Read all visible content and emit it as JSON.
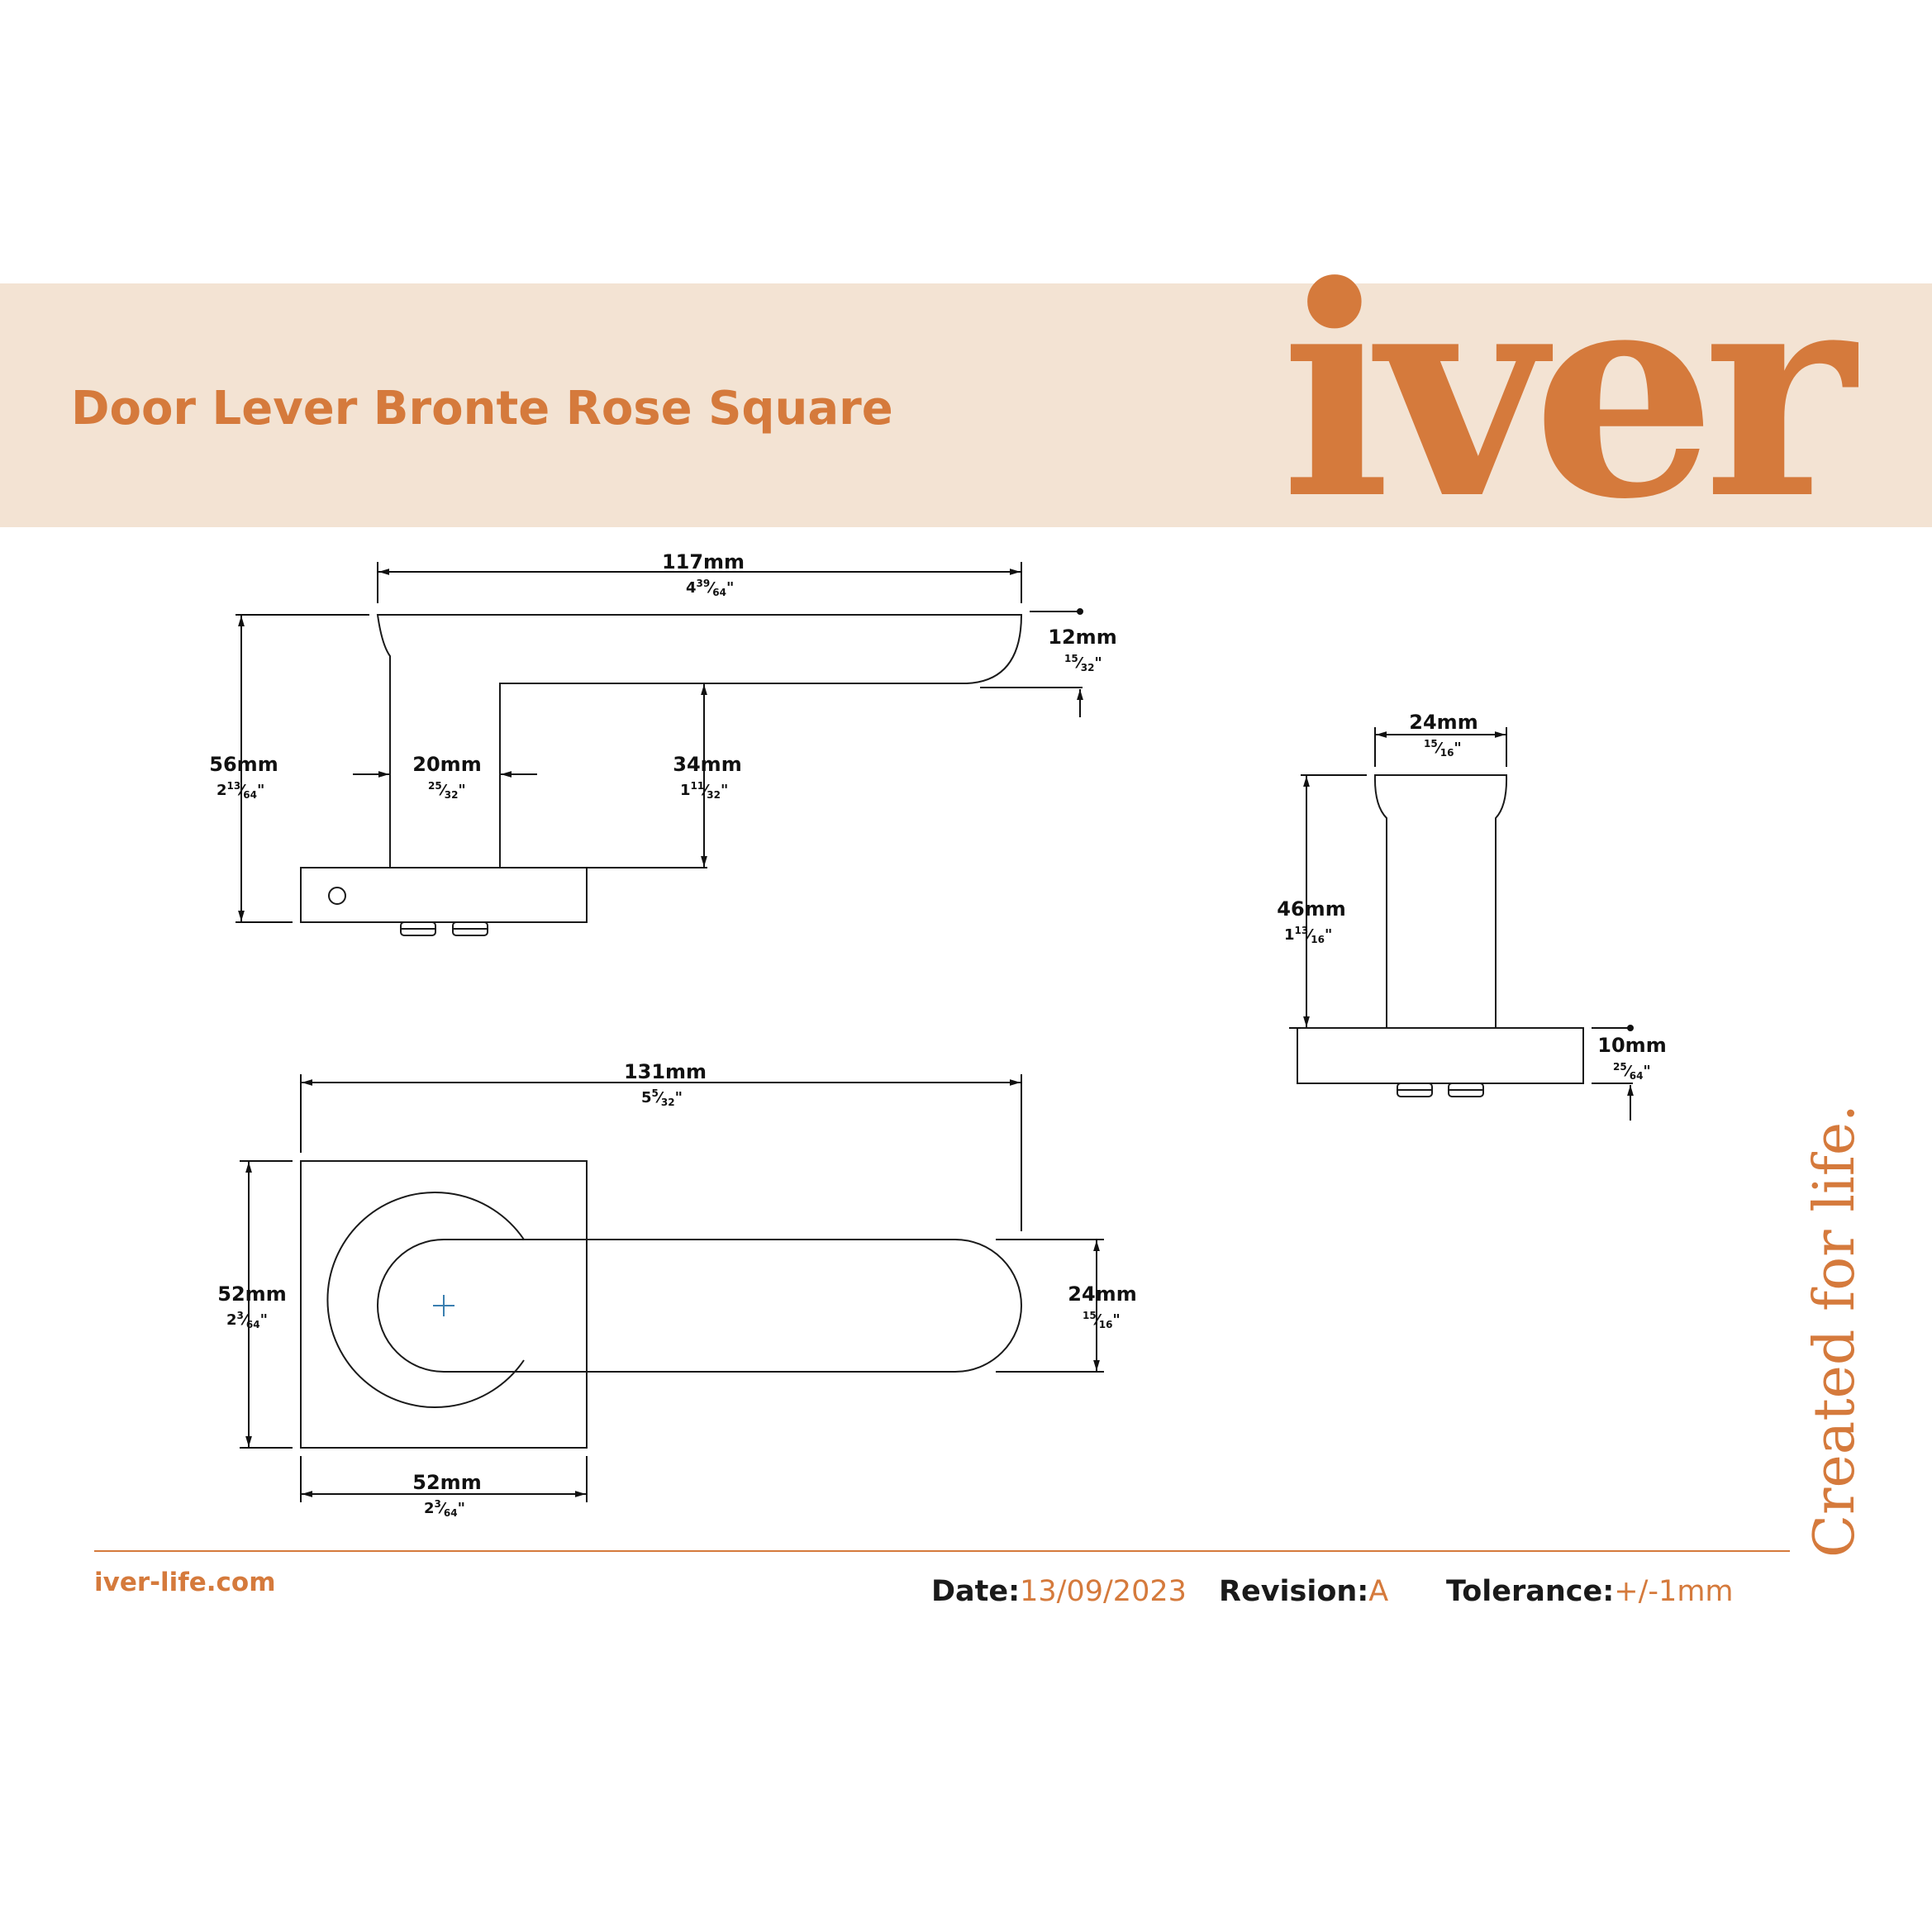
{
  "header": {
    "title": "Door Lever Bronte Rose Square",
    "brand": "iver",
    "tagline": "Created for life."
  },
  "footer": {
    "website": "iver-life.com",
    "date_label": "Date:",
    "date": "13/09/2023",
    "revision_label": "Revision:",
    "revision": "A",
    "tolerance_label": "Tolerance:",
    "tolerance": "+/-1mm"
  },
  "dimensions": {
    "side_length": {
      "mm": "117mm",
      "whole": "4",
      "num": "39",
      "den": "64"
    },
    "side_tip": {
      "mm": "12mm",
      "whole": "",
      "num": "15",
      "den": "32"
    },
    "side_height": {
      "mm": "56mm",
      "whole": "2",
      "num": "13",
      "den": "64"
    },
    "side_neck": {
      "mm": "20mm",
      "whole": "",
      "num": "25",
      "den": "32"
    },
    "side_gap": {
      "mm": "34mm",
      "whole": "1",
      "num": "11",
      "den": "32"
    },
    "end_width": {
      "mm": "24mm",
      "whole": "",
      "num": "15",
      "den": "16"
    },
    "end_height": {
      "mm": "46mm",
      "whole": "1",
      "num": "13",
      "den": "16"
    },
    "end_rose": {
      "mm": "10mm",
      "whole": "",
      "num": "25",
      "den": "64"
    },
    "top_length": {
      "mm": "131mm",
      "whole": "5",
      "num": "5",
      "den": "32"
    },
    "top_rose_height": {
      "mm": "52mm",
      "whole": "2",
      "num": "3",
      "den": "64"
    },
    "top_lever_width": {
      "mm": "24mm",
      "whole": "",
      "num": "15",
      "den": "16"
    },
    "top_rose_width": {
      "mm": "52mm",
      "whole": "2",
      "num": "3",
      "den": "64"
    }
  },
  "colors": {
    "accent": "#d57a3c",
    "banner": "#f3e3d3",
    "line": "#1a1a1a"
  }
}
